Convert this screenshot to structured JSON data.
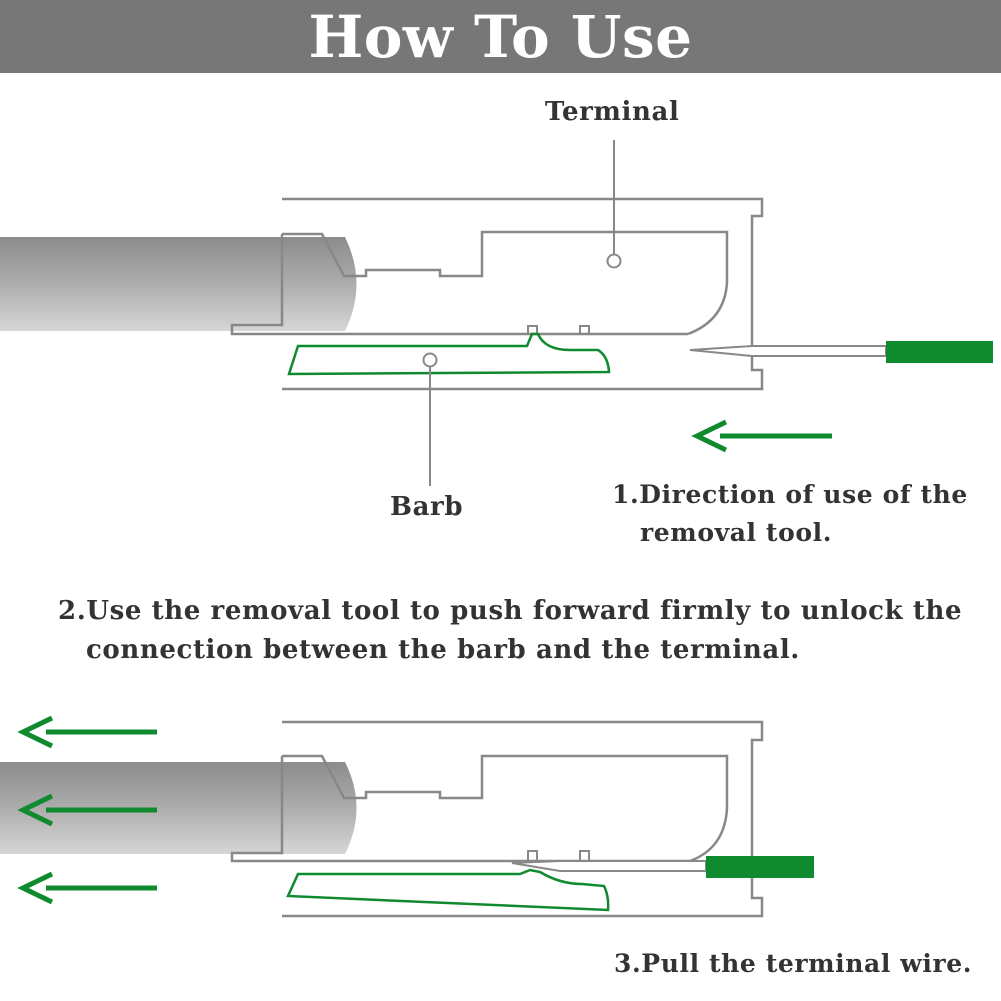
{
  "header": {
    "title": "How To Use"
  },
  "labels": {
    "terminal": "Terminal",
    "barb": "Barb"
  },
  "steps": [
    {
      "line1": "1.Direction of use of the",
      "line2": "removal tool."
    },
    {
      "line1": "2.Use the removal tool to push forward firmly to unlock the",
      "line2": "connection between the barb and the terminal."
    },
    {
      "line1": "3.Pull the terminal wire."
    }
  ],
  "colors": {
    "banner": "#777777",
    "accent_green": "#0f8a2e",
    "outline": "#888888",
    "text": "#333333"
  }
}
